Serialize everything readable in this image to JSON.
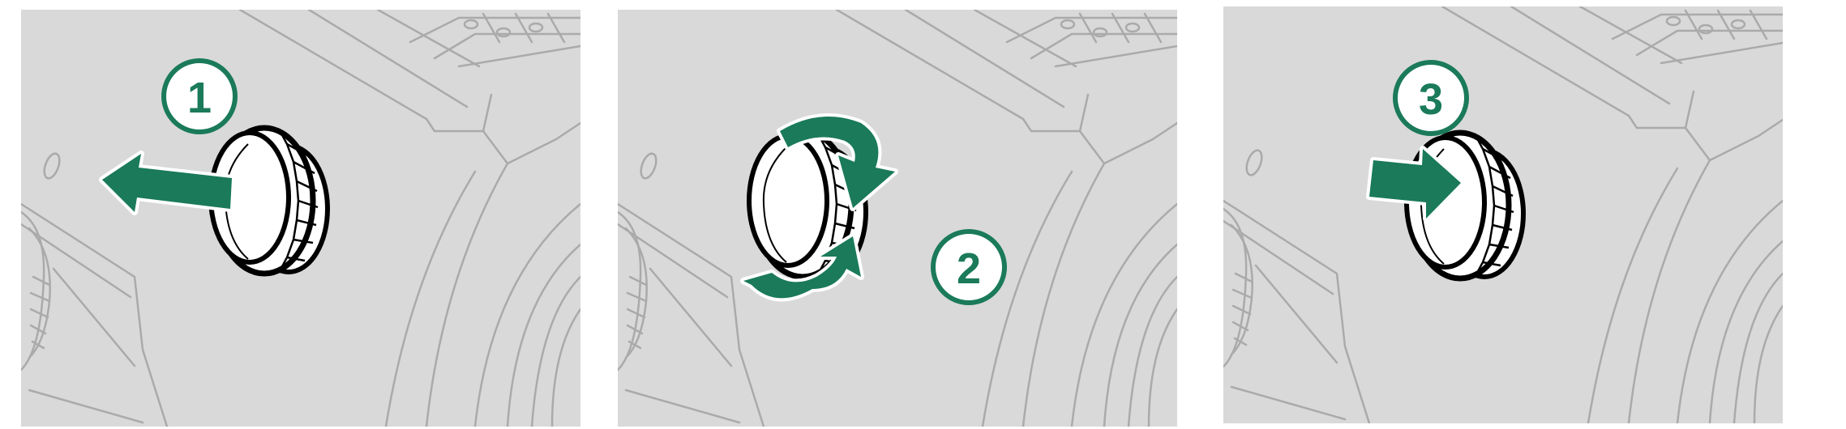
{
  "colors": {
    "background": "#d9d9d9",
    "line": "#aaaaaa",
    "accent": "#1a7a5a",
    "knob": "#ffffff",
    "outline": "#000000"
  },
  "panels": [
    {
      "step": "1",
      "action": "pull"
    },
    {
      "step": "2",
      "action": "rotate"
    },
    {
      "step": "3",
      "action": "push"
    }
  ]
}
